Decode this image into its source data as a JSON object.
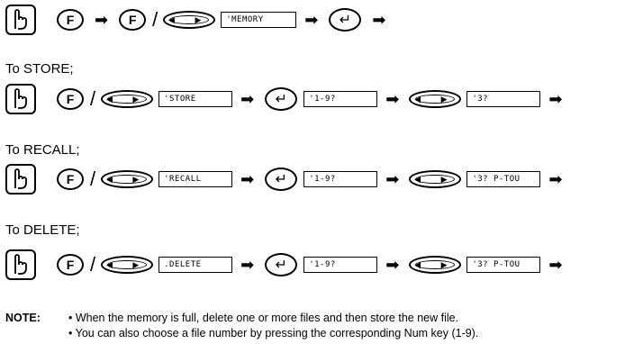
{
  "keys": {
    "function_symbol": "F",
    "enter_symbol": "↵",
    "cursor_symbol": "◀ ▶",
    "arrow_symbol": "➡",
    "slash_symbol": "/"
  },
  "intro": {
    "lcd_text": "'MEMORY"
  },
  "sections": {
    "store": {
      "label": "To STORE;",
      "lcd1": "'STORE",
      "lcd2": "'1-9?",
      "lcd3": "'3?"
    },
    "recall": {
      "label": "To RECALL;",
      "lcd1": "'RECALL",
      "lcd2": "'1-9?",
      "lcd3": "'3? P-TOU"
    },
    "delete": {
      "label": "To DELETE;",
      "lcd1": ".DELETE",
      "lcd2": "'1-9?",
      "lcd3": "'3? P-TOU"
    }
  },
  "note": {
    "heading": "NOTE:",
    "items": [
      "• When the memory is full, delete one or more files and then store the new file.",
      "• You can also choose a file number by pressing the corresponding Num key (1-9)."
    ]
  }
}
